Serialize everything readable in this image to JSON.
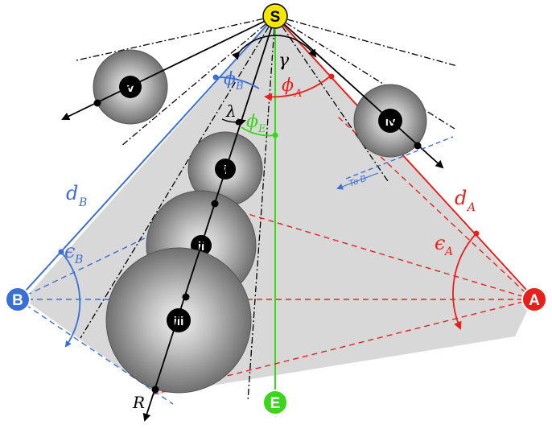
{
  "nodes": {
    "S": {
      "label": "S",
      "color": "#f5e600"
    },
    "A": {
      "label": "A",
      "color": "#e8201c"
    },
    "B": {
      "label": "B",
      "color": "#3a6fd8"
    },
    "E": {
      "label": "E",
      "color": "#39d619"
    }
  },
  "spheres": [
    {
      "label": "i"
    },
    {
      "label": "ii"
    },
    {
      "label": "iii"
    },
    {
      "label": "iv"
    },
    {
      "label": "v"
    }
  ],
  "labels": {
    "gamma": "γ",
    "phi_b_main": "ϕ",
    "phi_b_sub": "B",
    "phi_a_main": "ϕ",
    "phi_a_sub": "A",
    "phi_e_main": "ϕ",
    "phi_e_sub": "E",
    "lambda": "λ",
    "d_b_main": "d",
    "d_b_sub": "B",
    "d_a_main": "d",
    "d_a_sub": "A",
    "eps_b_main": "ϵ",
    "eps_b_sub": "B",
    "eps_a_main": "ϵ",
    "eps_a_sub": "A",
    "to_b": "To B",
    "r": "R"
  },
  "colors": {
    "shade": "#d8d8d8",
    "blue": "#3a6fd8",
    "red": "#e8201c",
    "green": "#39d619",
    "black": "#000000"
  }
}
